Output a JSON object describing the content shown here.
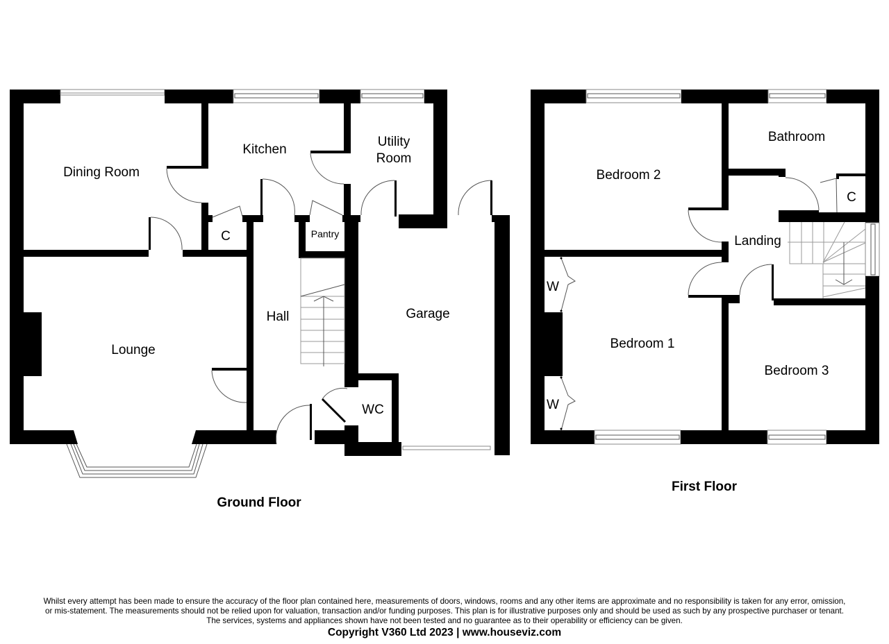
{
  "ground_floor": {
    "title": "Ground Floor",
    "rooms": {
      "dining_room": "Dining Room",
      "kitchen": "Kitchen",
      "utility_room_line1": "Utility",
      "utility_room_line2": "Room",
      "cupboard": "C",
      "pantry": "Pantry",
      "lounge": "Lounge",
      "hall": "Hall",
      "garage": "Garage",
      "wc": "WC"
    }
  },
  "first_floor": {
    "title": "First Floor",
    "rooms": {
      "bedroom_2": "Bedroom 2",
      "bathroom": "Bathroom",
      "cupboard": "C",
      "landing": "Landing",
      "bedroom_1": "Bedroom 1",
      "bedroom_3": "Bedroom 3",
      "wardrobe_1": "W",
      "wardrobe_2": "W"
    }
  },
  "footer": {
    "disclaimer_line1": "Whilst every attempt has been made to ensure the accuracy of the floor plan contained here, measurements of doors, windows, rooms and any other items are approximate and no responsibility is taken for any error, omission,",
    "disclaimer_line2": "or mis-statement. The measurements should not be relied upon for valuation, transaction and/or funding purposes. This plan is for illustrative purposes only and should be used as such by any prospective purchaser or tenant.",
    "disclaimer_line3": "The services, systems and appliances shown have not been tested and no guarantee as to their operability or efficiency can be given.",
    "copyright": "Copyright V360 Ltd 2023 | www.houseviz.com"
  }
}
